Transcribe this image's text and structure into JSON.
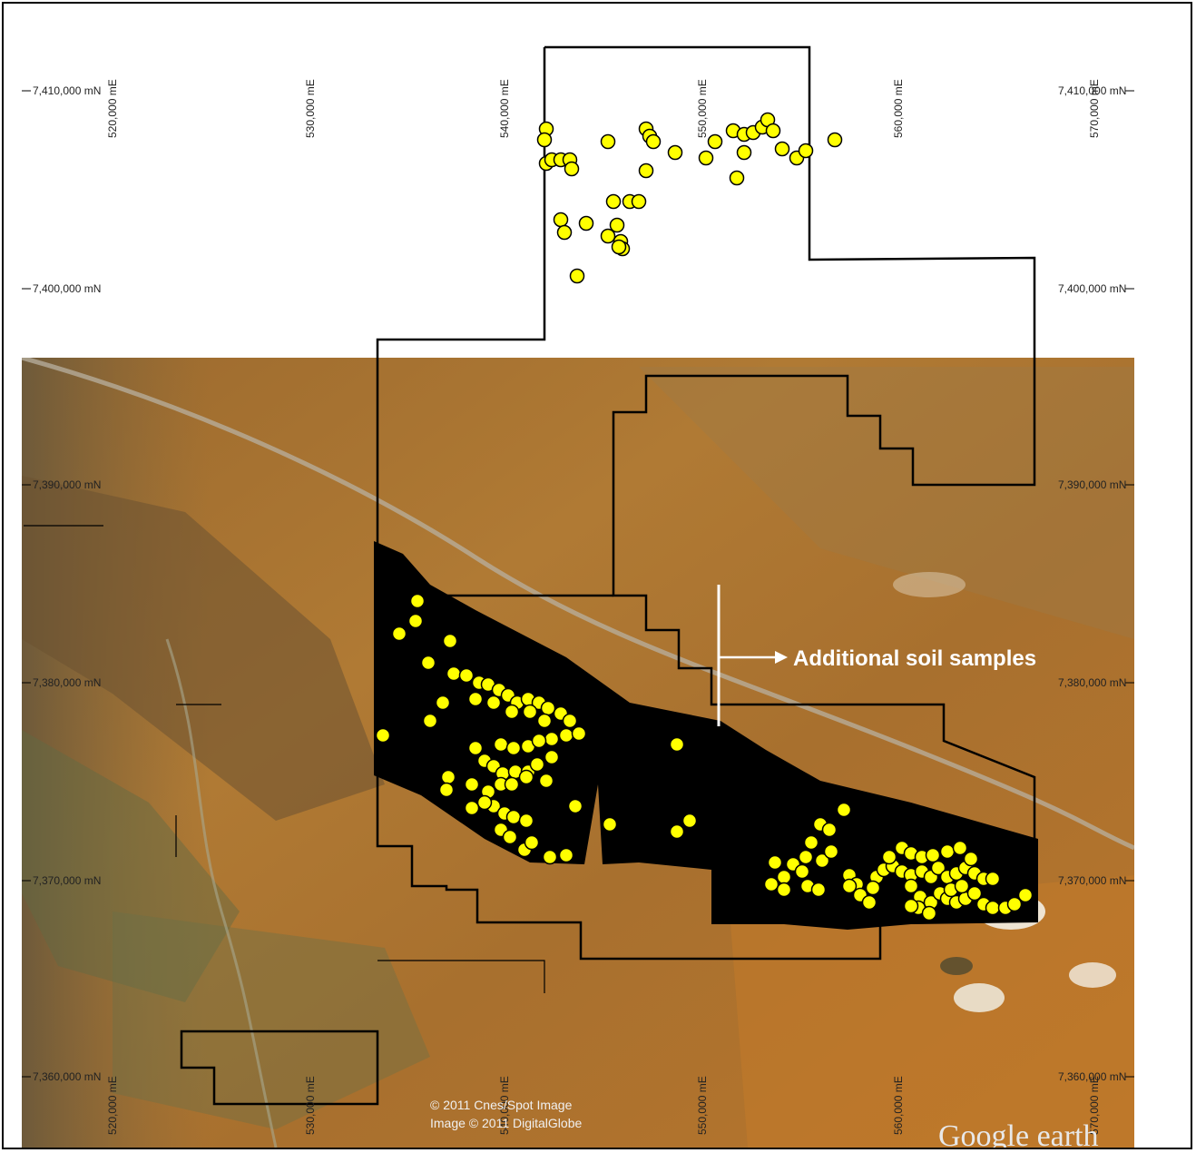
{
  "map": {
    "eastings": [
      "520,000 mE",
      "530,000 mE",
      "540,000 mE",
      "550,000 mE",
      "560,000 mE",
      "570,000 mE"
    ],
    "northings": [
      "7,410,000 mN",
      "7,400,000 mN",
      "7,390,000 mN",
      "7,380,000 mN",
      "7,370,000 mN",
      "7,360,000 mN"
    ],
    "annotation": "Additional soil samples",
    "credits": [
      "© 2011 Cnes/Spot Image",
      "Image © 2011 DigitalGlobe"
    ],
    "logo": "Google earth",
    "colors": {
      "sample_fill": "#ffff00",
      "sample_stroke": "#000000",
      "tenement_line": "#000000",
      "annotation": "#ffffff"
    }
  }
}
